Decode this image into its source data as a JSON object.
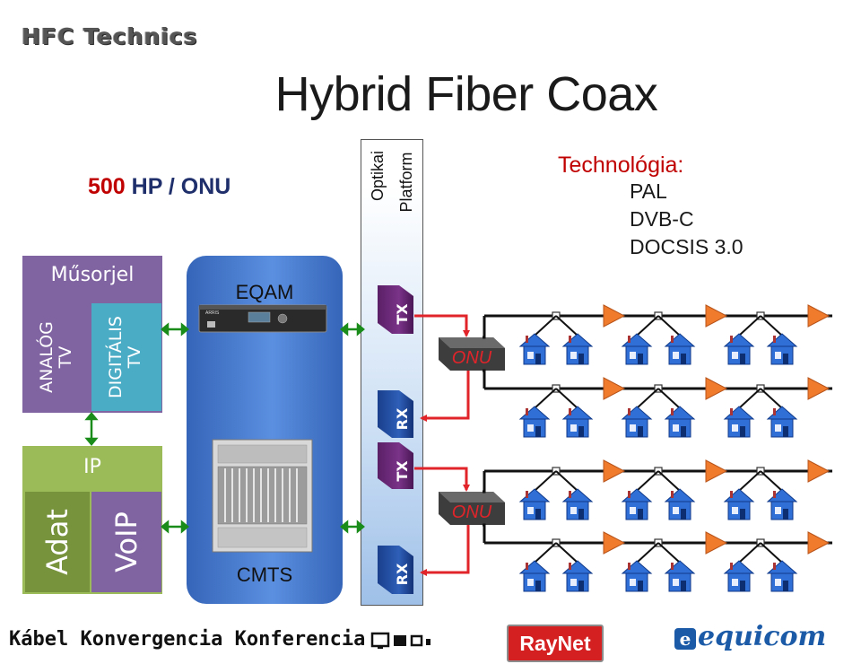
{
  "header": {
    "brand": "HFC Technics",
    "title": "Hybrid Fiber Coax"
  },
  "hp_label": {
    "number": "500",
    "hp": "HP",
    "slash": " / ",
    "onu": "ONU"
  },
  "technology": {
    "label": "Technológia:",
    "items": [
      "PAL",
      "DVB-C",
      "DOCSIS 3.0"
    ]
  },
  "signal_block": {
    "title": "Műsorjel",
    "analog": "ANALÓG\nTV",
    "digital": "DIGITÁLIS\nTV"
  },
  "ip_block": {
    "title": "IP",
    "data": "Adat",
    "voip": "VoIP"
  },
  "headend": {
    "eqam": "EQAM",
    "cmts": "CMTS"
  },
  "optical": {
    "line1": "Optikai",
    "line2": "Platform",
    "modules": [
      "TX",
      "RX",
      "TX",
      "RX"
    ]
  },
  "nodes": [
    "ONU",
    "ONU"
  ],
  "footer": {
    "conference": "Kábel Konvergencia Konferencia",
    "sponsor1": "RayNet",
    "sponsor2": "equicom",
    "sponsor2_badge": "e"
  },
  "colors": {
    "purple": "#8064a2",
    "teal": "#4bacc6",
    "green": "#9bbb59",
    "dark_green": "#77933c",
    "link_red": "#e0242a",
    "amplifier": "#f07b2d",
    "house_blue": "#2f6fd6",
    "arrow_green": "#1a8c1a"
  }
}
